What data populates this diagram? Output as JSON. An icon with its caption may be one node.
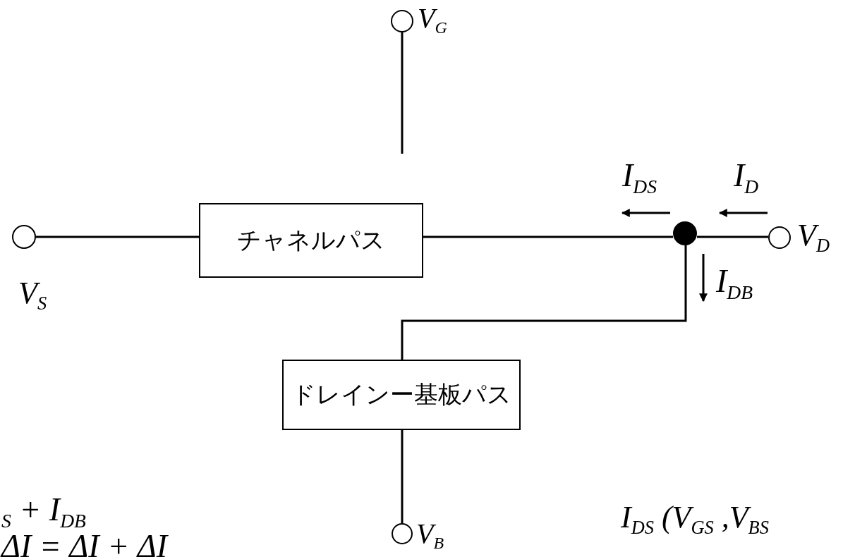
{
  "diagram": {
    "nodes": [
      {
        "text": [
          "チャネルパス"
        ]
      },
      {
        "text": [
          "ドレインー基板パス"
        ]
      },
      {
        "text": [],
        "shape": "circle",
        "beside": [
          "V$_{G}$"
        ]
      },
      {
        "text": [],
        "shape": "circle",
        "beside": [
          "V$_{S}$"
        ]
      },
      {
        "text": [],
        "shape": "circle",
        "beside": [
          "V$_{D}$"
        ]
      },
      {
        "text": [],
        "shape": "circle",
        "beside": [
          "V$_{B}$"
        ]
      },
      {
        "text": [],
        "shape": "dot"
      }
    ],
    "edges": [
      {
        "from": 2,
        "to": null,
        "arrow": "none"
      },
      {
        "from": 3,
        "to": 0,
        "arrow": "none"
      },
      {
        "from": 0,
        "to": 6,
        "arrow": "none"
      },
      {
        "from": 6,
        "to": 4,
        "arrow": "none"
      },
      {
        "from": 6,
        "to": 1,
        "arrow": "none"
      },
      {
        "from": 1,
        "to": 5,
        "arrow": "none"
      }
    ],
    "labels": [
      "I$_{DS}$",
      "I$_{D}$",
      "I$_{DB}$",
      "$_{S}$ + I$_{DB}$",
      "ΔI = ΔI + ΔI",
      "I$_{DS}$ (V$_{GS}$ ,V$_{BS}$"
    ]
  }
}
